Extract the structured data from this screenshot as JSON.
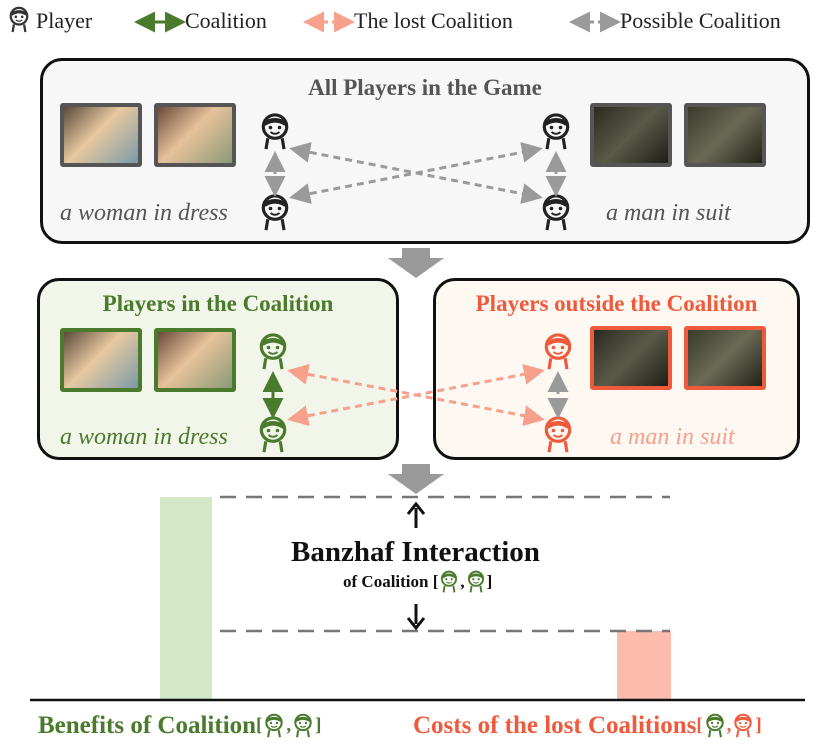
{
  "legend": {
    "player": "Player",
    "coalition": "Coalition",
    "lost_coalition": "The lost Coalition",
    "possible_coalition": "Possible Coalition"
  },
  "top_panel": {
    "title": "All Players in the Game",
    "left_caption": "a woman in dress",
    "right_caption": "a man in suit"
  },
  "coalition_panel": {
    "title": "Players in the Coalition",
    "caption": "a woman in dress"
  },
  "outside_panel": {
    "title": "Players outside the Coalition",
    "caption": "a man in suit"
  },
  "banzhaf": {
    "title": "Banzhaf Interaction",
    "subtitle_prefix": "of  Coalition [",
    "comma": ",",
    "close": "]"
  },
  "bottom": {
    "benefits": "Benefits of Coalition ",
    "costs": "Costs of the lost Coalitions ",
    "open": "[",
    "comma": ",",
    "close": "]"
  },
  "colors": {
    "green": "#4a7a2c",
    "red": "#f05a3c",
    "gray": "#555555",
    "light_green": "#d4e8c8",
    "light_red": "#fbbcae",
    "panel_green_bg": "#f2f6ea",
    "panel_red_bg": "#fdf8f1",
    "panel_gray_bg": "#f7f7f7"
  }
}
